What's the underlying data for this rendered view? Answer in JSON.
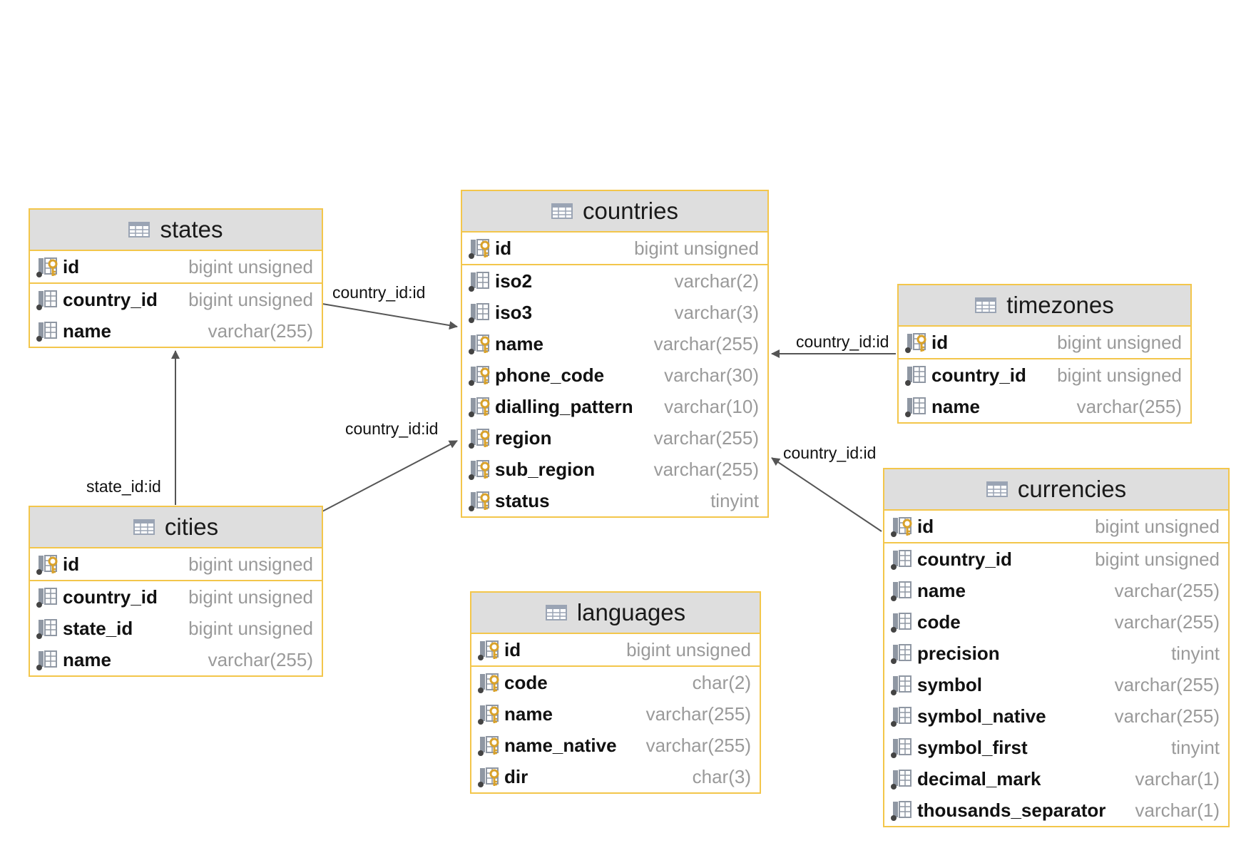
{
  "entities": {
    "states": {
      "title": "states",
      "columns": [
        {
          "name": "id",
          "type": "bigint unsigned",
          "icon": "key-column-icon"
        },
        {
          "name": "country_id",
          "type": "bigint unsigned",
          "icon": "column-icon"
        },
        {
          "name": "name",
          "type": "varchar(255)",
          "icon": "column-icon"
        }
      ]
    },
    "countries": {
      "title": "countries",
      "columns": [
        {
          "name": "id",
          "type": "bigint unsigned",
          "icon": "key-column-icon"
        },
        {
          "name": "iso2",
          "type": "varchar(2)",
          "icon": "column-icon"
        },
        {
          "name": "iso3",
          "type": "varchar(3)",
          "icon": "column-icon"
        },
        {
          "name": "name",
          "type": "varchar(255)",
          "icon": "key-column-icon"
        },
        {
          "name": "phone_code",
          "type": "varchar(30)",
          "icon": "key-column-icon"
        },
        {
          "name": "dialling_pattern",
          "type": "varchar(10)",
          "icon": "key-column-icon"
        },
        {
          "name": "region",
          "type": "varchar(255)",
          "icon": "key-column-icon"
        },
        {
          "name": "sub_region",
          "type": "varchar(255)",
          "icon": "key-column-icon"
        },
        {
          "name": "status",
          "type": "tinyint",
          "icon": "key-column-icon"
        }
      ]
    },
    "timezones": {
      "title": "timezones",
      "columns": [
        {
          "name": "id",
          "type": "bigint unsigned",
          "icon": "key-column-icon"
        },
        {
          "name": "country_id",
          "type": "bigint unsigned",
          "icon": "column-icon"
        },
        {
          "name": "name",
          "type": "varchar(255)",
          "icon": "column-icon"
        }
      ]
    },
    "cities": {
      "title": "cities",
      "columns": [
        {
          "name": "id",
          "type": "bigint unsigned",
          "icon": "key-column-icon"
        },
        {
          "name": "country_id",
          "type": "bigint unsigned",
          "icon": "column-icon"
        },
        {
          "name": "state_id",
          "type": "bigint unsigned",
          "icon": "column-icon"
        },
        {
          "name": "name",
          "type": "varchar(255)",
          "icon": "column-icon"
        }
      ]
    },
    "languages": {
      "title": "languages",
      "columns": [
        {
          "name": "id",
          "type": "bigint unsigned",
          "icon": "key-column-icon"
        },
        {
          "name": "code",
          "type": "char(2)",
          "icon": "key-column-icon"
        },
        {
          "name": "name",
          "type": "varchar(255)",
          "icon": "key-column-icon"
        },
        {
          "name": "name_native",
          "type": "varchar(255)",
          "icon": "key-column-icon"
        },
        {
          "name": "dir",
          "type": "char(3)",
          "icon": "key-column-icon"
        }
      ]
    },
    "currencies": {
      "title": "currencies",
      "columns": [
        {
          "name": "id",
          "type": "bigint unsigned",
          "icon": "key-column-icon"
        },
        {
          "name": "country_id",
          "type": "bigint unsigned",
          "icon": "column-icon"
        },
        {
          "name": "name",
          "type": "varchar(255)",
          "icon": "column-icon"
        },
        {
          "name": "code",
          "type": "varchar(255)",
          "icon": "column-icon"
        },
        {
          "name": "precision",
          "type": "tinyint",
          "icon": "column-icon"
        },
        {
          "name": "symbol",
          "type": "varchar(255)",
          "icon": "column-icon"
        },
        {
          "name": "symbol_native",
          "type": "varchar(255)",
          "icon": "column-icon"
        },
        {
          "name": "symbol_first",
          "type": "tinyint",
          "icon": "column-icon"
        },
        {
          "name": "decimal_mark",
          "type": "varchar(1)",
          "icon": "column-icon"
        },
        {
          "name": "thousands_separator",
          "type": "varchar(1)",
          "icon": "column-icon"
        }
      ]
    }
  },
  "relations": {
    "states_countries": "country_id:id",
    "cities_countries": "country_id:id",
    "cities_states": "state_id:id",
    "timezones_countries": "country_id:id",
    "currencies_countries": "country_id:id"
  },
  "colors": {
    "border": "#f3c64b",
    "header": "#dedede",
    "type_text": "#9a9a9a",
    "connector": "#555555"
  }
}
